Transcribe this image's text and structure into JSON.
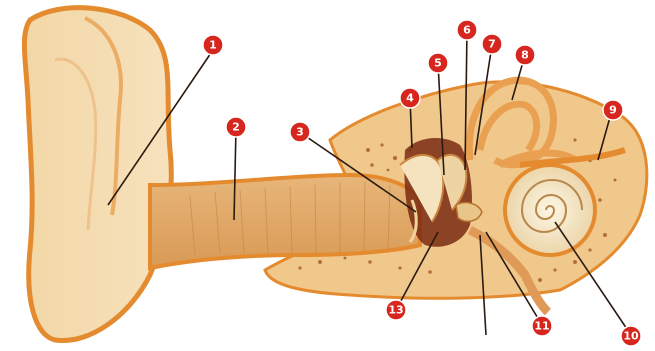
{
  "diagram": {
    "marker_color": "#d6261e",
    "callouts": [
      {
        "id": "1",
        "label": "1"
      },
      {
        "id": "2",
        "label": "2"
      },
      {
        "id": "3",
        "label": "3"
      },
      {
        "id": "4",
        "label": "4"
      },
      {
        "id": "5",
        "label": "5"
      },
      {
        "id": "6",
        "label": "6"
      },
      {
        "id": "7",
        "label": "7"
      },
      {
        "id": "8",
        "label": "8"
      },
      {
        "id": "9",
        "label": "9"
      },
      {
        "id": "10",
        "label": "10"
      },
      {
        "id": "11",
        "label": "11"
      },
      {
        "id": "13",
        "label": "13"
      }
    ]
  }
}
